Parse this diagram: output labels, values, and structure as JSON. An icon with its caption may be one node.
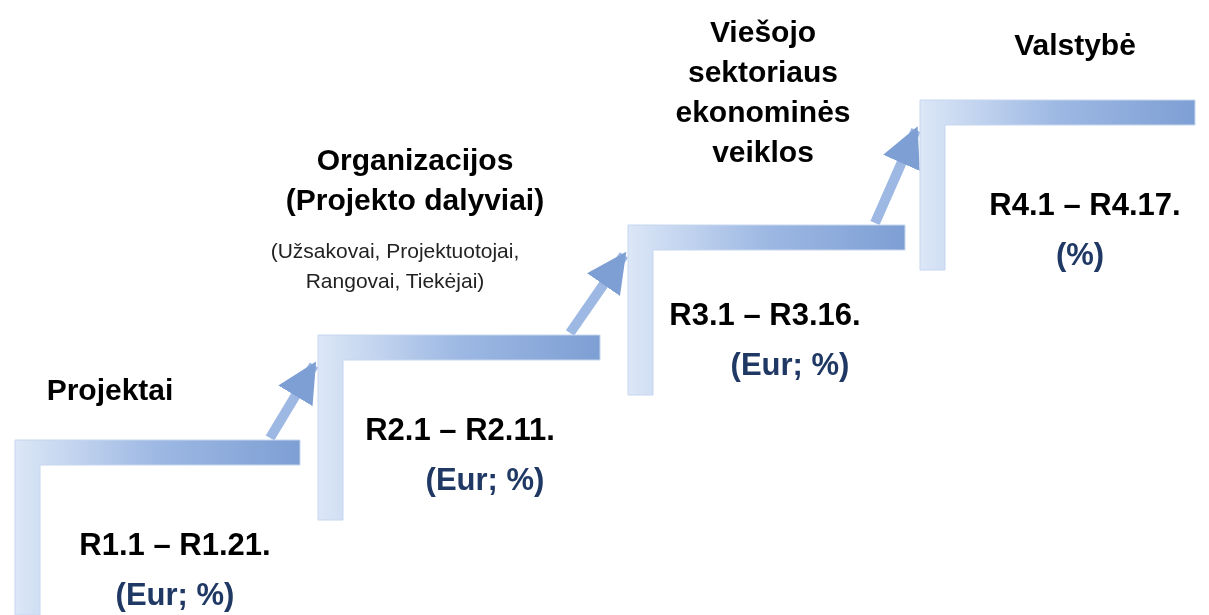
{
  "diagram": {
    "nodes": [
      {
        "text": [
          "Projektai",
          "R1.1 – R1.21.",
          "(Eur; %)"
        ]
      },
      {
        "text": [
          "Organizacijos (Projekto dalyviai)",
          "(Užsakovai, Projektuotojai, Rangovai, Tiekėjai)",
          "R2.1 – R2.11.",
          "(Eur; %)"
        ]
      },
      {
        "text": [
          "Viešojo sektoriaus ekonominės veiklos",
          "R3.1 – R3.16.",
          "(Eur; %)"
        ]
      },
      {
        "text": [
          "Valstybė",
          "R4.1 – R4.17.",
          "(%)"
        ]
      }
    ],
    "edges": [
      {
        "from": 0,
        "to": 1,
        "arrow": "to"
      },
      {
        "from": 1,
        "to": 2,
        "arrow": "to"
      },
      {
        "from": 2,
        "to": 3,
        "arrow": "to"
      }
    ]
  }
}
